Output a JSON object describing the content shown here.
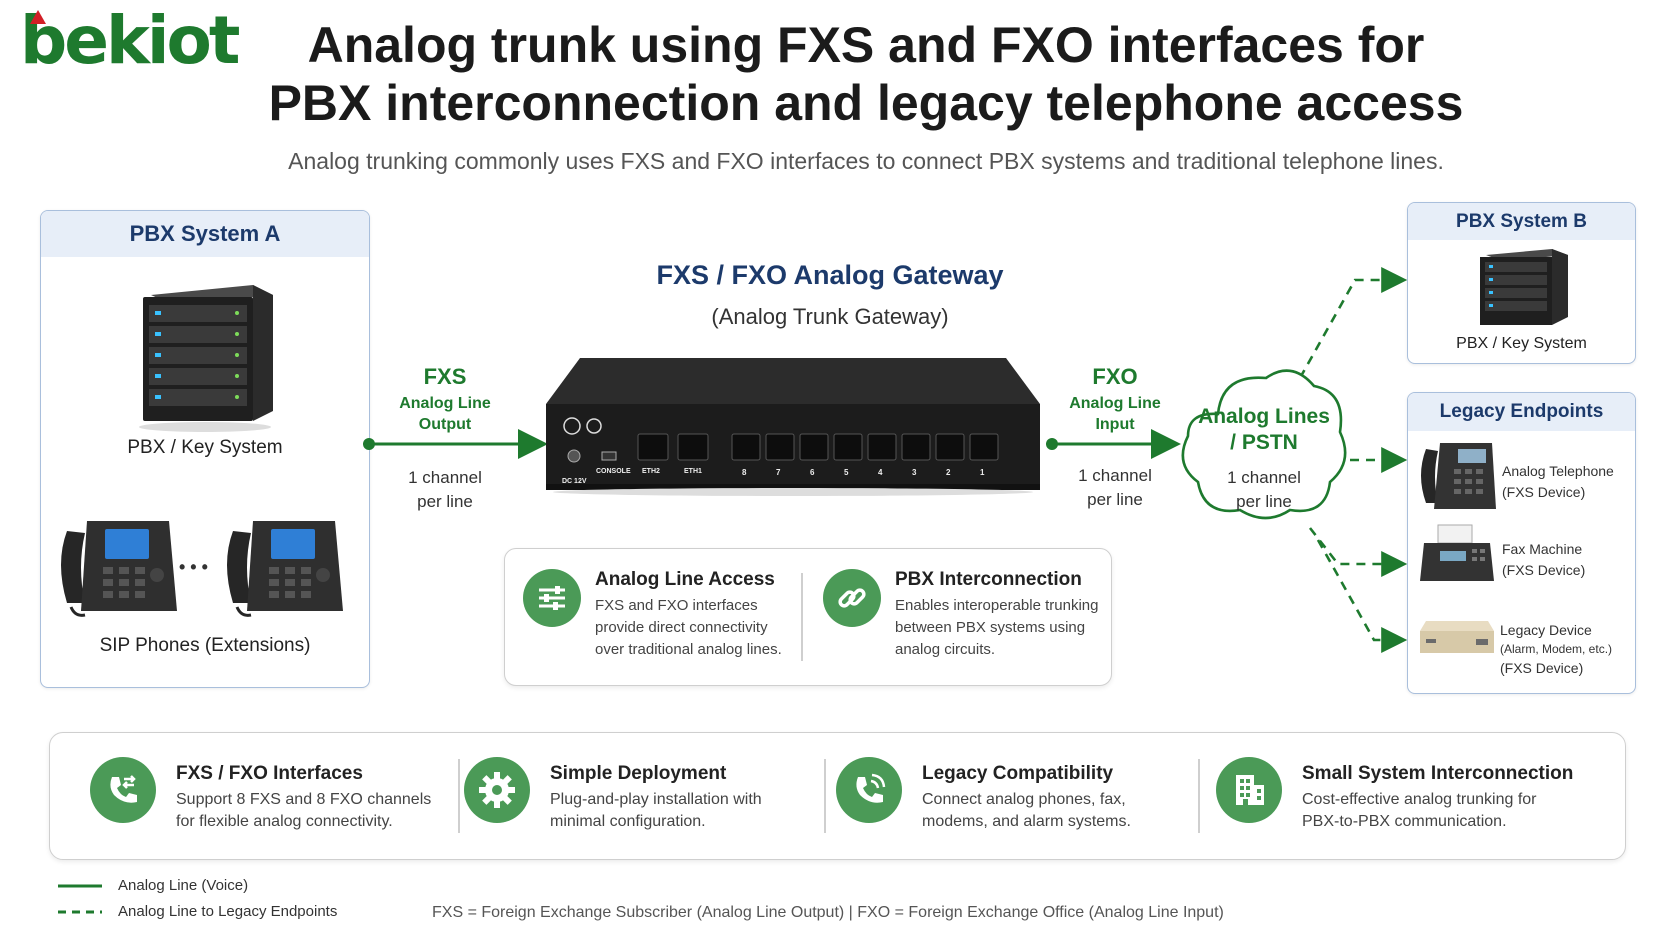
{
  "brand": {
    "logo_text": "bekiot"
  },
  "header": {
    "title_line1": "Analog trunk using FXS and FXO interfaces for",
    "title_line2": "PBX interconnection and legacy telephone access",
    "subtitle": "Analog trunking commonly uses FXS and FXO interfaces to connect PBX systems and traditional telephone lines."
  },
  "pbx_a": {
    "title": "PBX System A",
    "server_label": "PBX / Key System",
    "phones_label": "SIP Phones (Extensions)",
    "ellipsis": "• • •"
  },
  "fxs_link": {
    "heading": "FXS",
    "sub1": "Analog Line",
    "sub2": "Output",
    "note1": "1 channel",
    "note2": "per line"
  },
  "gateway": {
    "title": "FXS / FXO Analog Gateway",
    "subtitle": "(Analog Trunk Gateway)",
    "power_label": "DC 12V",
    "console_label": "CONSOLE",
    "eth2": "ETH2",
    "eth1": "ETH1",
    "port_numbers": [
      "8",
      "7",
      "6",
      "5",
      "4",
      "3",
      "2",
      "1"
    ]
  },
  "fxo_link": {
    "heading": "FXO",
    "sub1": "Analog Line",
    "sub2": "Input",
    "note1": "1 channel",
    "note2": "per line"
  },
  "cloud": {
    "line1": "Analog Lines",
    "line2": "/ PSTN",
    "note1": "1 channel",
    "note2": "per line"
  },
  "pbx_b": {
    "title": "PBX System B",
    "label": "PBX / Key System"
  },
  "legacy": {
    "title": "Legacy Endpoints",
    "items": [
      {
        "name": "Analog Telephone",
        "sub": "(FXS Device)"
      },
      {
        "name": "Fax Machine",
        "sub": "(FXS Device)"
      },
      {
        "name": "Legacy Device",
        "detail": "(Alarm, Modem, etc.)",
        "sub": "(FXS Device)"
      }
    ]
  },
  "features": [
    {
      "title": "Analog Line Access",
      "lines": [
        "FXS and FXO interfaces",
        "provide direct connectivity",
        "over traditional analog lines."
      ],
      "icon": "sliders-icon"
    },
    {
      "title": "PBX Interconnection",
      "lines": [
        "Enables interoperable trunking",
        "between PBX systems using",
        "analog circuits."
      ],
      "icon": "link-icon"
    }
  ],
  "benefits": [
    {
      "title": "FXS / FXO Interfaces",
      "lines": [
        "Support 8 FXS and 8 FXO channels",
        "for flexible analog connectivity."
      ],
      "icon": "phone-transfer-icon"
    },
    {
      "title": "Simple Deployment",
      "lines": [
        "Plug-and-play installation with",
        "minimal configuration."
      ],
      "icon": "gear-icon"
    },
    {
      "title": "Legacy Compatibility",
      "lines": [
        "Connect analog phones, fax,",
        "modems, and alarm systems."
      ],
      "icon": "phone-ring-icon"
    },
    {
      "title": "Small System Interconnection",
      "lines": [
        "Cost-effective analog trunking for",
        "PBX-to-PBX communication."
      ],
      "icon": "building-icon"
    }
  ],
  "legend": {
    "solid": "Analog Line (Voice)",
    "dashed": "Analog Line to Legacy Endpoints"
  },
  "footnote": "FXS = Foreign Exchange Subscriber (Analog Line Output)   |   FXO = Foreign Exchange Office (Analog Line Input)",
  "colors": {
    "green": "#1e7a2e",
    "icon_green": "#4b9a57",
    "navy": "#1c3a6b",
    "panel_border": "#a9bfdc",
    "panel_head": "#e7eef8",
    "logo_red": "#d21f26"
  }
}
